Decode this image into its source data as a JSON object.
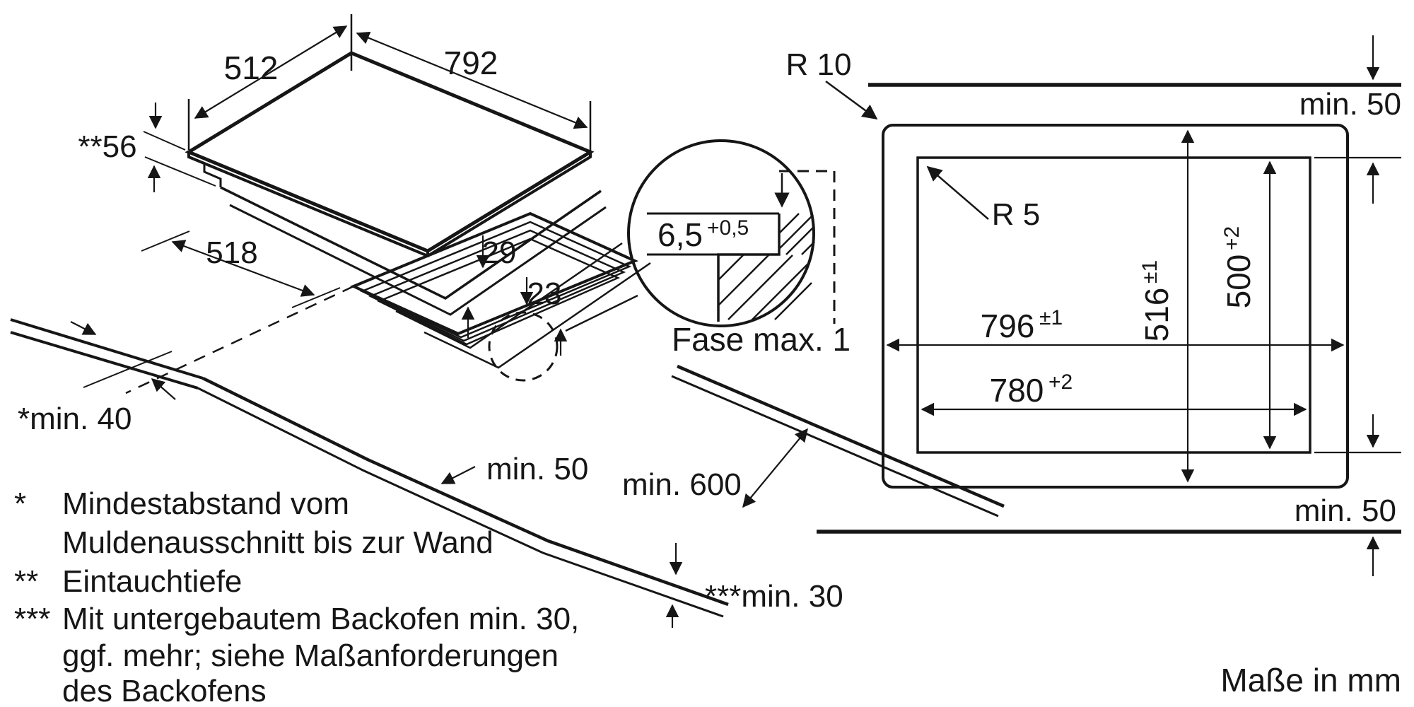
{
  "drawing_title": "Hob installation dimension drawing",
  "units_note": "Maße in mm",
  "colors": {
    "background": "#ffffff",
    "line": "#161616"
  },
  "iso_view": {
    "glass_width": "792",
    "glass_depth": "512",
    "immersion_depth": "**56",
    "cutout_diag": "518",
    "step_upper": "29",
    "step_lower": "23",
    "wall_clearance": "*min. 40",
    "front_clearance": "min. 50",
    "worktop_depth": "min. 600",
    "below_clearance": "***min. 30"
  },
  "balloon": {
    "dim": "6,5",
    "dim_tol": "+0,5",
    "caption": "Fase max. 1"
  },
  "plan_view": {
    "corner_outer": "R 10",
    "corner_inner": "R 5",
    "outer_width": "796",
    "outer_width_tol": "±1",
    "inner_width": "780",
    "inner_width_tol": "+2",
    "outer_depth": "516",
    "outer_depth_tol": "±1",
    "inner_depth": "500",
    "inner_depth_tol": "+2",
    "wall_top": "min. 50",
    "wall_bottom": "min. 50"
  },
  "footnotes": {
    "m1": "*",
    "t1": "Mindestabstand vom",
    "t2": "Muldenausschnitt bis zur Wand",
    "m3": "**",
    "t3": "Eintauchtiefe",
    "m4": "***",
    "t4": "Mit untergebautem Backofen min. 30,",
    "t5": "ggf. mehr; siehe Maßanforderungen",
    "t6": "des Backofens"
  }
}
